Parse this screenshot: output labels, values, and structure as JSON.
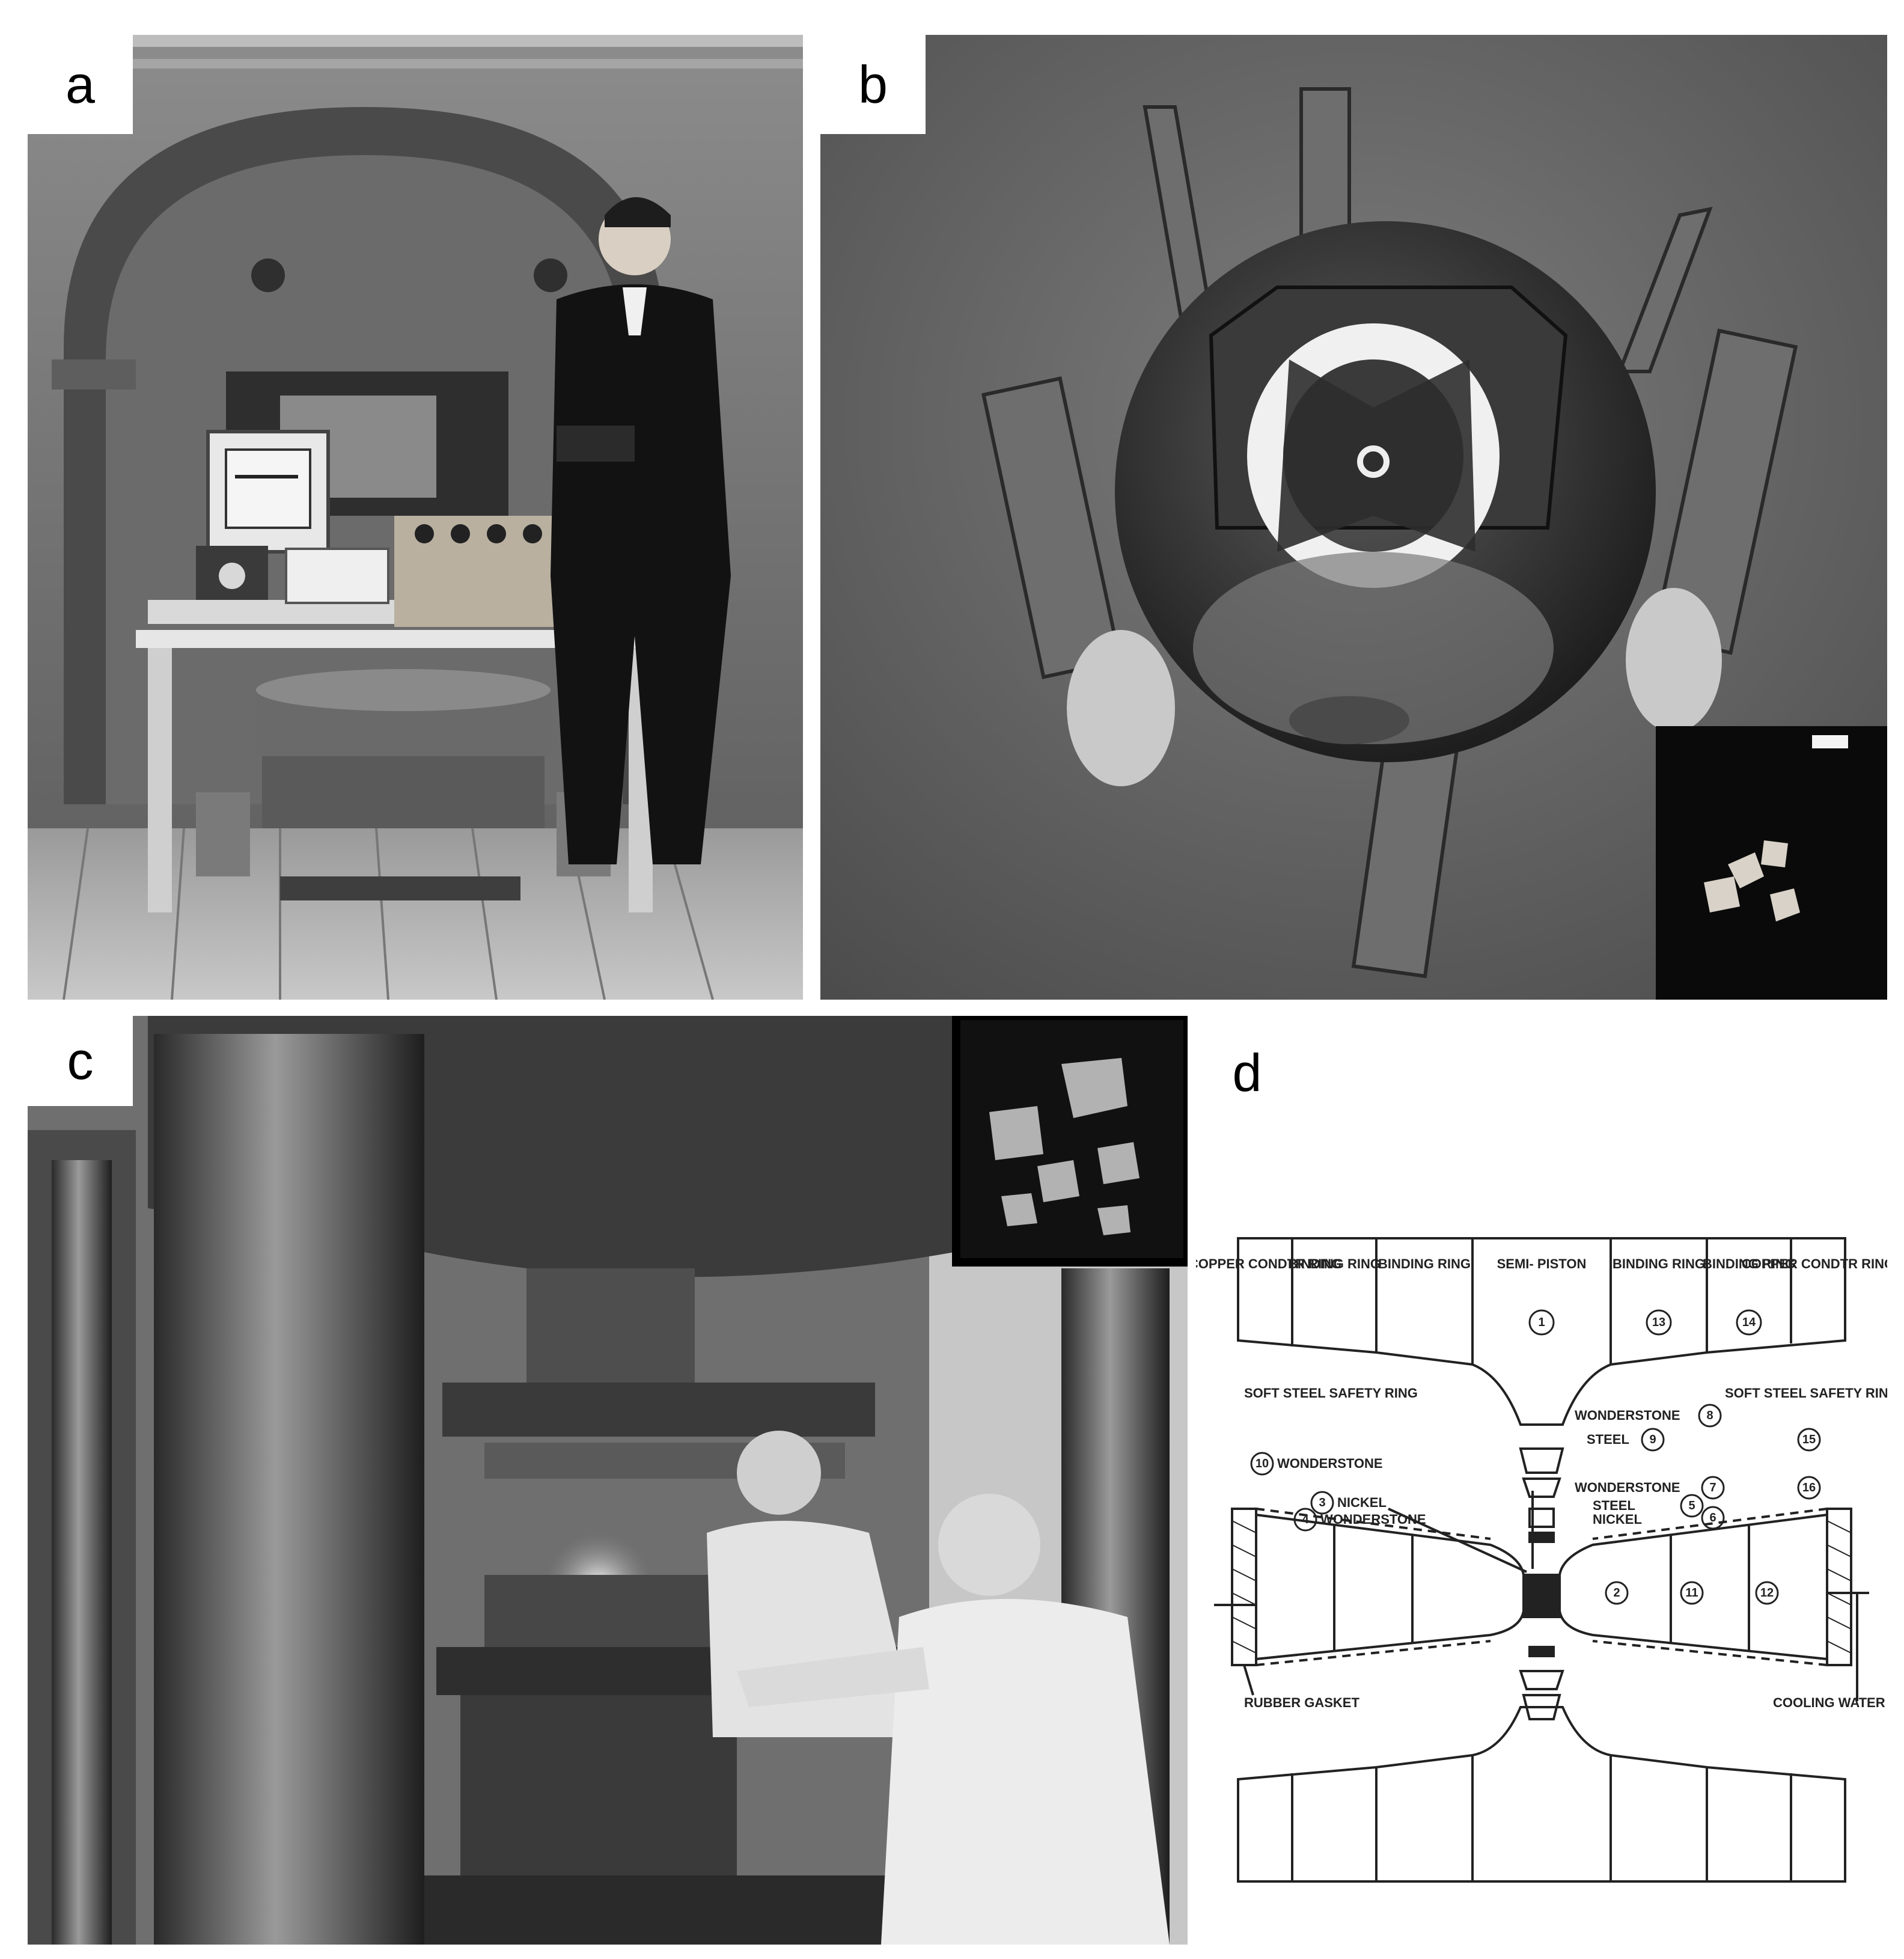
{
  "panels": {
    "a": {
      "label": "a"
    },
    "b": {
      "label": "b"
    },
    "c": {
      "label": "c"
    },
    "d": {
      "label": "d",
      "diagram": {
        "top_segments": [
          "COPPER CONDTR RING",
          "BINDING RING",
          "BINDING RING",
          "SEMI- PISTON",
          "BINDING RING",
          "BINDING RING",
          "COPPER CONDTR RING"
        ],
        "top_numbers": [
          "1",
          "13",
          "14"
        ],
        "labels": {
          "soft_steel_left": "SOFT STEEL SAFETY RING",
          "soft_steel_right": "SOFT STEEL SAFETY RING",
          "wonderstone_8": "WONDERSTONE",
          "steel_9": "STEEL",
          "wonderstone_10": "WONDERSTONE",
          "wonderstone_7": "WONDERSTONE",
          "nickel_3": "NICKEL",
          "wonderstone_4": "WONDERSTONE",
          "steel_5": "STEEL",
          "nickel_6": "NICKEL",
          "rubber_gasket": "RUBBER GASKET",
          "cooling_water": "COOLING WATER"
        },
        "circled_numbers": {
          "n8": "8",
          "n9": "9",
          "n10": "10",
          "n7": "7",
          "n3": "3",
          "n4": "4",
          "n5": "5",
          "n6": "6",
          "n15": "15",
          "n16": "16",
          "n2": "2",
          "n11": "11",
          "n12": "12"
        }
      }
    }
  },
  "colors": {
    "background": "#ffffff",
    "diagram_line": "#222222"
  }
}
